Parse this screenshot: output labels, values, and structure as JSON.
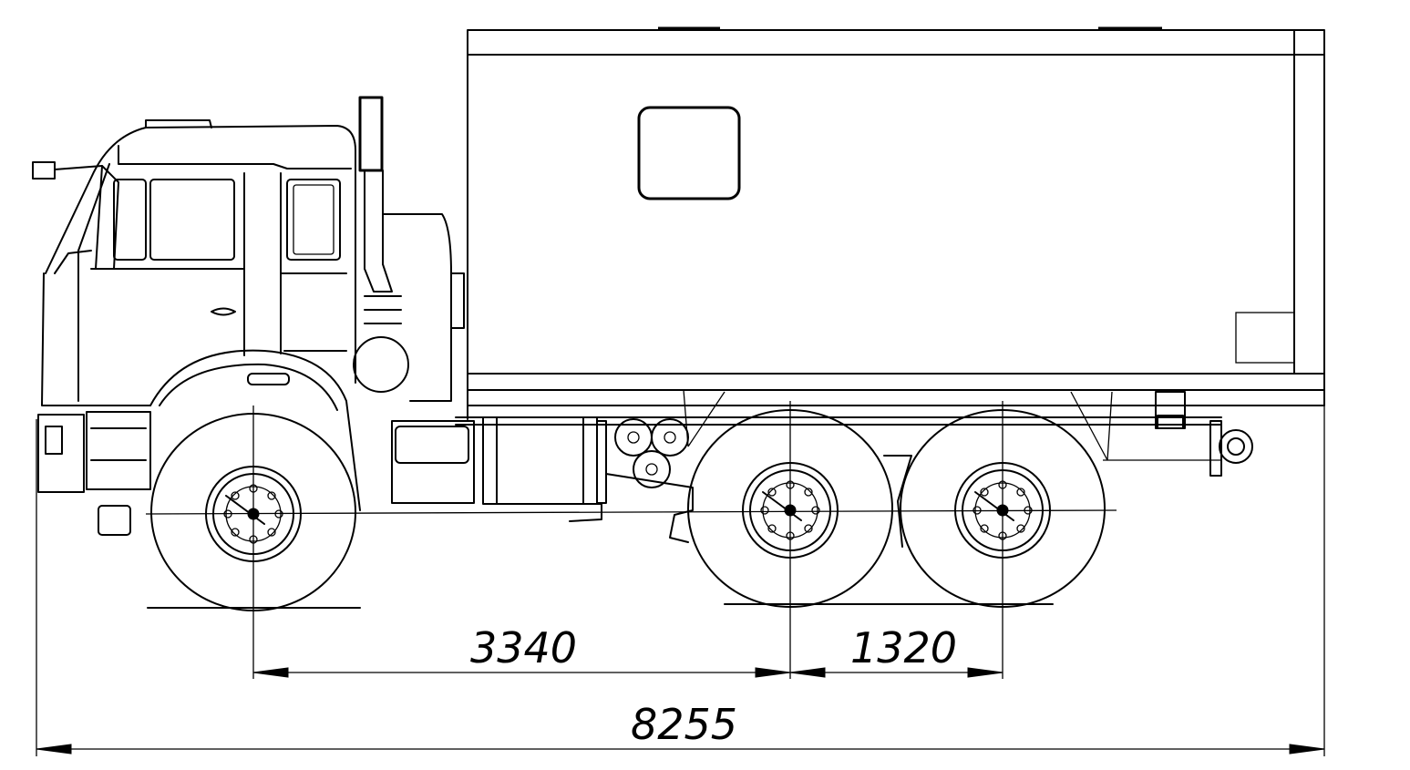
{
  "dimensions": {
    "wheelbase_front": "3340",
    "wheelbase_rear": "1320",
    "overall_length": "8255"
  },
  "colors": {
    "line": "#000000",
    "background": "#ffffff"
  }
}
